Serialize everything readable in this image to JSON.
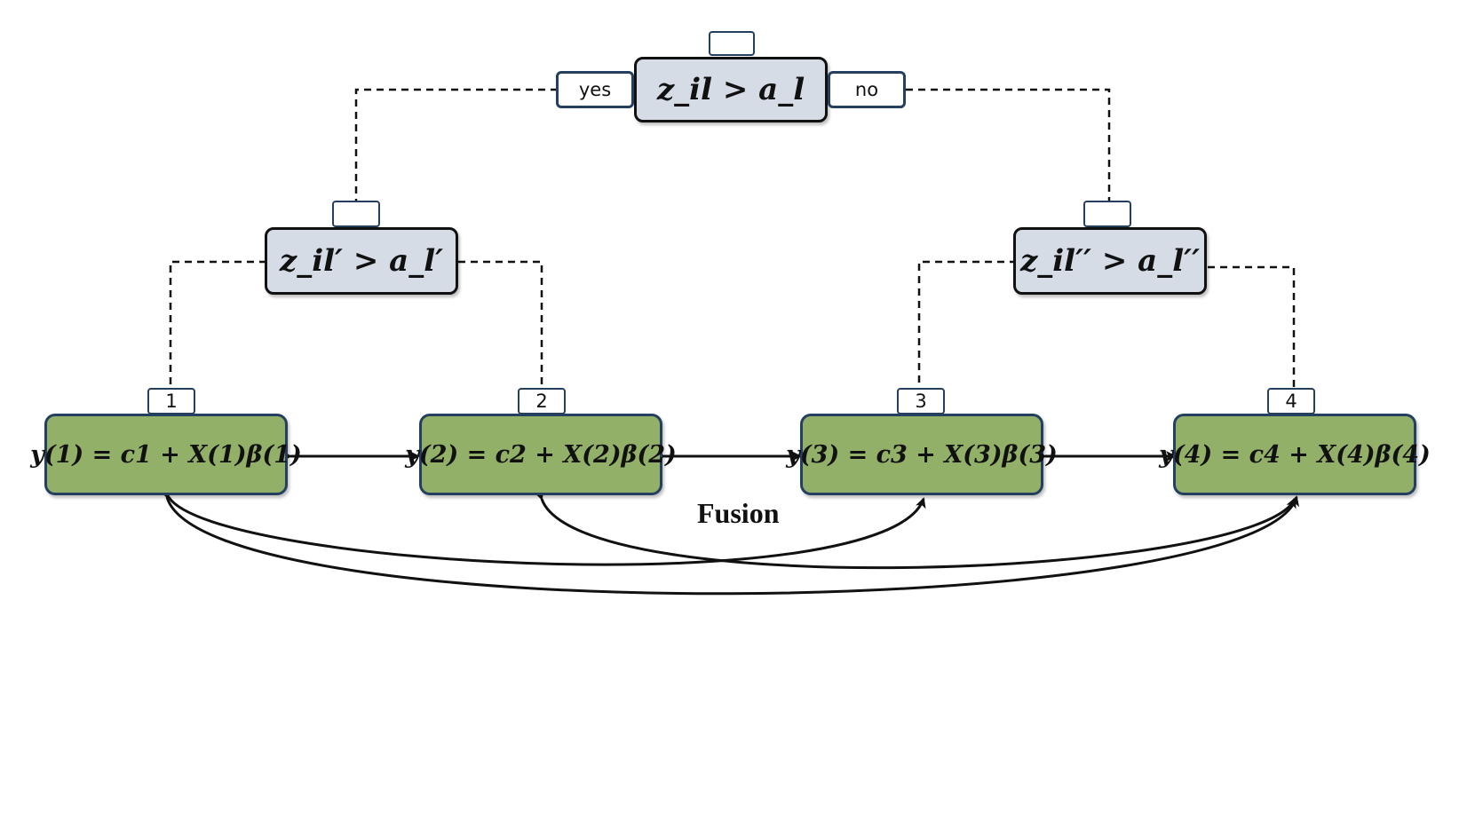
{
  "root": {
    "condition": "z_il > a_l",
    "yes_label": "yes",
    "no_label": "no"
  },
  "left_split": {
    "condition": "z_il′ > a_l′"
  },
  "right_split": {
    "condition": "z_il′′ > a_l′′"
  },
  "leaves": [
    {
      "number": "1",
      "equation": "y(1) = c1 + X(1)β(1)"
    },
    {
      "number": "2",
      "equation": "y(2) = c2 + X(2)β(2)"
    },
    {
      "number": "3",
      "equation": "y(3) = c3 + X(3)β(3)"
    },
    {
      "number": "4",
      "equation": "y(4) = c4 + X(4)β(4)"
    }
  ],
  "fusion_label": "Fusion",
  "colors": {
    "decision_fill": "#d6dce5",
    "leaf_fill": "#93b069",
    "border": "#243f60"
  }
}
